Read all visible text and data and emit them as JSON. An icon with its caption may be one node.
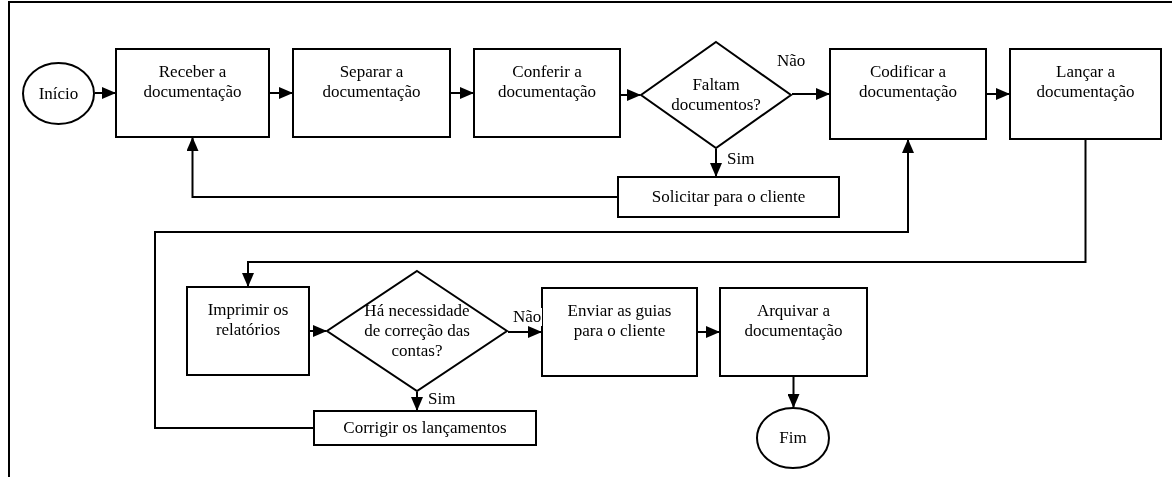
{
  "diagram": {
    "nodes": [
      {
        "text": [
          "Início"
        ]
      },
      {
        "text": [
          "Receber a documentação"
        ]
      },
      {
        "text": [
          "Separar a documentação"
        ]
      },
      {
        "text": [
          "Conferir a documentação"
        ]
      },
      {
        "text": [
          "Faltam documentos?"
        ]
      },
      {
        "text": [
          "Codificar a documentação"
        ]
      },
      {
        "text": [
          "Lançar a documentação"
        ]
      },
      {
        "text": [
          "Solicitar para o cliente"
        ]
      },
      {
        "text": [
          "Imprimir os relatórios"
        ]
      },
      {
        "text": [
          "Há necessidade de correção das contas?"
        ]
      },
      {
        "text": [
          "Enviar as guias para o cliente"
        ]
      },
      {
        "text": [
          "Arquivar a documentação"
        ]
      },
      {
        "text": [
          "Corrigir os lançamentos"
        ]
      },
      {
        "text": [
          "Fim"
        ]
      }
    ],
    "edges": [
      {
        "from": 0,
        "to": 1,
        "arrow": "to"
      },
      {
        "from": 1,
        "to": 2,
        "arrow": "to"
      },
      {
        "from": 2,
        "to": 3,
        "arrow": "to"
      },
      {
        "from": 3,
        "to": 4,
        "arrow": "to"
      },
      {
        "from": 4,
        "to": 5,
        "arrow": "to",
        "label": "Não"
      },
      {
        "from": 4,
        "to": 7,
        "arrow": "to",
        "label": "Sim"
      },
      {
        "from": 7,
        "to": 1,
        "arrow": "to"
      },
      {
        "from": 5,
        "to": 6,
        "arrow": "to"
      },
      {
        "from": 6,
        "to": 8,
        "arrow": "to"
      },
      {
        "from": 8,
        "to": 9,
        "arrow": "to"
      },
      {
        "from": 9,
        "to": 10,
        "arrow": "to",
        "label": "Não"
      },
      {
        "from": 9,
        "to": 12,
        "arrow": "to",
        "label": "Sim"
      },
      {
        "from": 12,
        "to": 5,
        "arrow": "to"
      },
      {
        "from": 10,
        "to": 11,
        "arrow": "to"
      },
      {
        "from": 11,
        "to": 13,
        "arrow": "to"
      }
    ]
  }
}
